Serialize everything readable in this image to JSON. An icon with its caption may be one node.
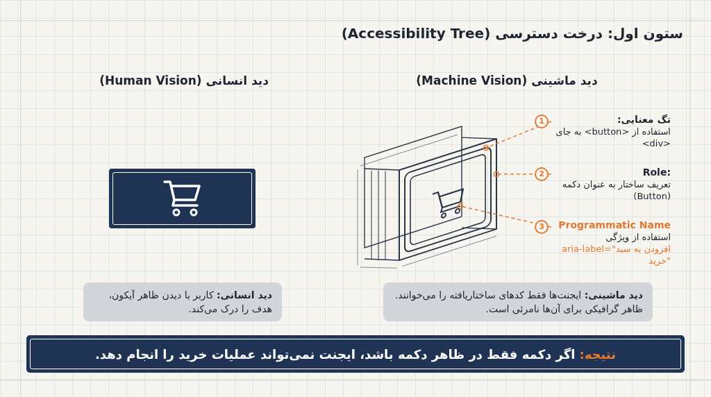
{
  "diagram": {
    "title": "ستون اول: درخت دسترسی (Accessibility Tree)",
    "nodes": [
      {
        "text": [
          "تگ معنایی:",
          "استفاده از <button> به جای <div>"
        ],
        "beside": [
          "1"
        ]
      },
      {
        "text": [
          "Role:",
          "تعریف ساختار به عنوان دکمه (Button)"
        ],
        "beside": [
          "2"
        ]
      },
      {
        "text": [
          "Programmatic Name",
          "استفاده از ویژگی",
          "aria-label=\"افزودن به سبد خرید\""
        ],
        "beside": [
          "3"
        ]
      },
      {
        "text": [
          "**دید ماشینی:** ایجنت‌ها فقط کدهای ساختاریافته را می‌خوانند. ظاهر گرافیکی برای آن‌ها نامرئی است."
        ]
      },
      {
        "text": [
          "**دید انسانی:** کاربر با دیدن ظاهر آیکون، هدف را درک می‌کند."
        ]
      },
      {
        "text": [
          "نتیجه:",
          "اگر دکمه فقط در ظاهر دکمه باشد، ایجنت نمی‌تواند عملیات خرید را انجام دهد."
        ]
      },
      {
        "text": [],
        "shape": "box"
      },
      {
        "text": [],
        "shape": "box",
        "in": 6
      },
      {
        "text": [],
        "shape": "picture",
        "in": 7
      }
    ],
    "edges": [
      {
        "from": 0,
        "to": 7,
        "arrow": "other",
        "style": "dashed"
      },
      {
        "from": 1,
        "to": 6,
        "arrow": "other",
        "style": "dashed"
      },
      {
        "from": 2,
        "to": 8,
        "arrow": "other",
        "style": "dashed"
      }
    ],
    "labels": [
      "دید ماشینی (Machine Vision)",
      "دید انسانی (Human Vision)"
    ]
  }
}
